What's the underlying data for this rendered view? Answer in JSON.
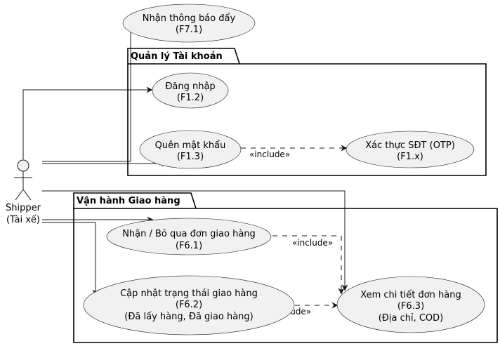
{
  "actor": {
    "line1": "Shipper",
    "line2": "(Tài xế)"
  },
  "packages": {
    "account": {
      "title": "Quản lý Tài khoản"
    },
    "delivery": {
      "title": "Vận hành Giao hàng"
    }
  },
  "usecases": {
    "f71": {
      "line1": "Nhận thông báo đẩy",
      "line2": "(F7.1)"
    },
    "f12": {
      "line1": "Đăng nhập",
      "line2": "(F1.2)"
    },
    "f13": {
      "line1": "Quên mật khẩu",
      "line2": "(F1.3)"
    },
    "f1x": {
      "line1": "Xác thực SĐT (OTP)",
      "line2": "(F1.x)"
    },
    "f61": {
      "line1": "Nhận / Bỏ qua đơn giao hàng",
      "line2": "(F6.1)"
    },
    "f62": {
      "line1": "Cập nhật trạng thái giao hàng",
      "line2": "(F6.2)",
      "line3": "(Đã lấy hàng, Đã giao hàng)"
    },
    "f63": {
      "line1": "Xem chi tiết đơn hàng",
      "line2": "(F6.3)",
      "line3": "(Địa chỉ, COD)"
    }
  },
  "relations": {
    "include_f13_f1x": "«include»",
    "include_f61_f63": "«include»",
    "include_f62_f63": "«include»"
  }
}
